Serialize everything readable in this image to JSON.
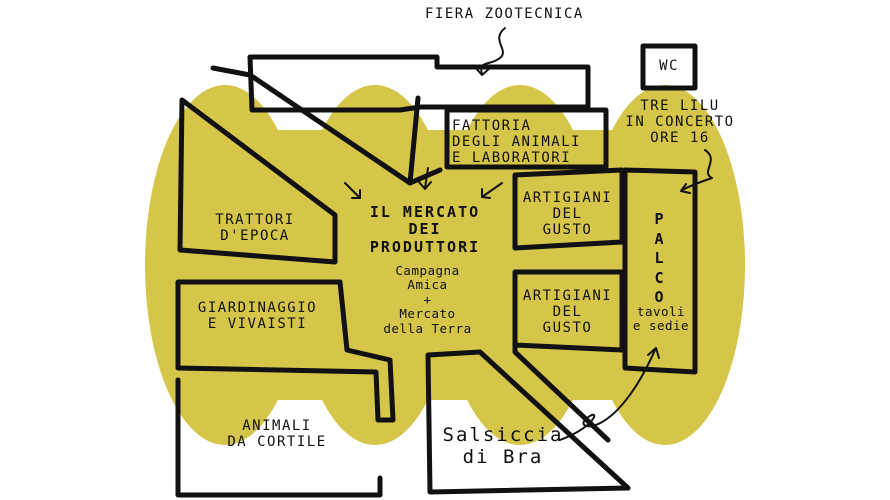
{
  "colors": {
    "field": "#d5c548",
    "ink": "#111111",
    "background": "#ffffff"
  },
  "labels": {
    "fiera_zootecnica": "FIERA ZOOTECNICA",
    "wc": "WC",
    "tre_lilu": "TRE LILU\nIN CONCERTO\nORE 16",
    "fattoria": "FATTORIA\nDEGLI ANIMALI\nE LABORATORI",
    "mercato_title": "IL MERCATO\nDEI\nPRODUTTORI",
    "mercato_sub": "Campagna\nAmica\n+\nMercato\ndella Terra",
    "trattori": "TRATTORI\nD'EPOCA",
    "artigiani_1": "ARTIGIANI\nDEL\nGUSTO",
    "artigiani_2": "ARTIGIANI\nDEL\nGUSTO",
    "palco": "P\nA\nL\nC\nO",
    "palco_sub": "tavoli\ne sedie",
    "giardinaggio": "GIARDINAGGIO\nE VIVAISTI",
    "animali": "ANIMALI\nDA CORTILE",
    "salsiccia": "Salsiccia\ndi Bra"
  }
}
